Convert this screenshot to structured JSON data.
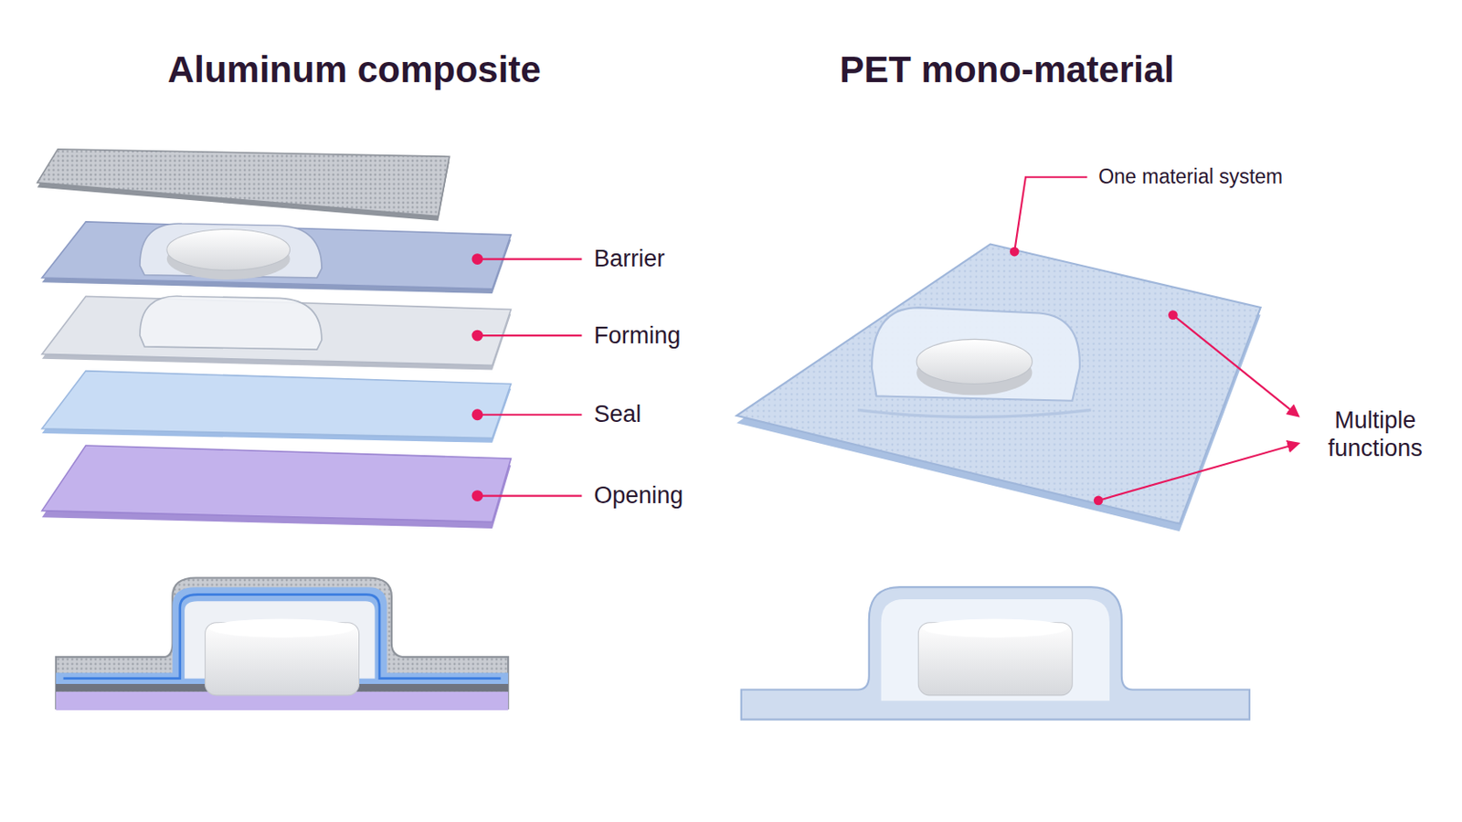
{
  "diagram": {
    "labels": [
      "Aluminum composite",
      "PET mono-material",
      "Barrier",
      "Forming",
      "Seal",
      "Opening",
      "One material system",
      "Multiple functions"
    ]
  }
}
